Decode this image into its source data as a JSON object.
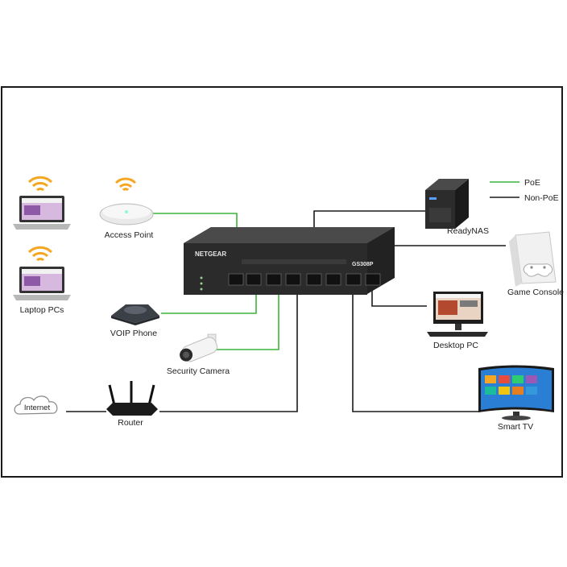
{
  "legend": {
    "poe": "PoE",
    "non_poe": "Non-PoE"
  },
  "switch": {
    "brand": "NETGEAR",
    "model": "GS308P"
  },
  "devices": {
    "access_point": "Access Point",
    "laptops": "Laptop PCs",
    "voip": "VOIP Phone",
    "camera": "Security Camera",
    "internet": "Internet",
    "router": "Router",
    "nas": "ReadyNAS",
    "console": "Game Console",
    "desktop": "Desktop PC",
    "tv": "Smart TV"
  },
  "colors": {
    "poe": "#3cb43c",
    "non_poe": "#1a1a1a",
    "wifi": "#f5a623",
    "switch_body": "#2b2b2b"
  }
}
